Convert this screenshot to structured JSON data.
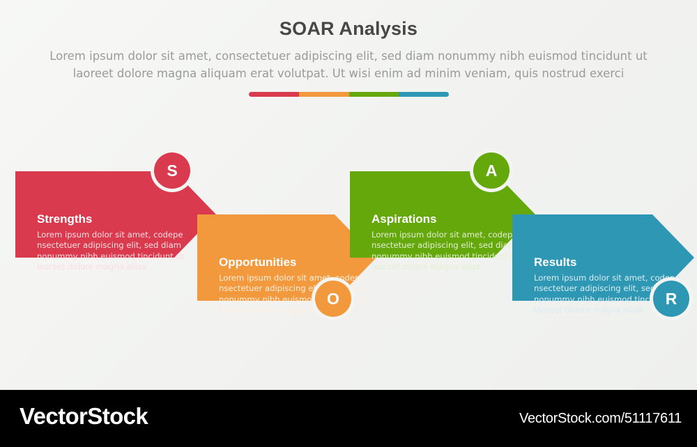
{
  "header": {
    "title": "SOAR Analysis",
    "subtitle_line1": "Lorem ipsum dolor sit amet, consectetuer adipiscing elit, sed diam nonummy nibh euismod tincidunt ut",
    "subtitle_line2": "laoreet dolore magna aliquam erat volutpat. Ut wisi enim ad minim veniam, quis nostrud exerci"
  },
  "divider": {
    "segments": [
      {
        "name": "segment-red",
        "color": "#d93a4e"
      },
      {
        "name": "segment-orange",
        "color": "#f2993e"
      },
      {
        "name": "segment-green",
        "color": "#64a80c"
      },
      {
        "name": "segment-blue",
        "color": "#2e98b4"
      }
    ]
  },
  "blocks": [
    {
      "key": "strengths",
      "letter": "S",
      "title": "Strengths",
      "color": "#d93a4e",
      "desc_line1": "Lorem ipsum dolor sit amet, codepe",
      "desc_line2": "nsectetuer adipiscing elit, sed diam",
      "desc_line3": "nonummy nibh euismod tincidunt ut",
      "desc_line4": "laoreet dolore magna aliqa"
    },
    {
      "key": "opportunities",
      "letter": "O",
      "title": "Opportunities",
      "color": "#f2993e",
      "desc_line1": "Lorem ipsum dolor sit amet, codepe",
      "desc_line2": "nsectetuer adipiscing elit, sed diam",
      "desc_line3": "nonummy nibh euismod tincidunt ut",
      "desc_line4": "laoreet dolore magna aliqa"
    },
    {
      "key": "aspirations",
      "letter": "A",
      "title": "Aspirations",
      "color": "#64a80c",
      "desc_line1": "Lorem ipsum dolor sit amet, codepe",
      "desc_line2": "nsectetuer adipiscing elit, sed diam",
      "desc_line3": "nonummy nibh euismod tincidunt ut",
      "desc_line4": "laoreet dolore magna aliqa"
    },
    {
      "key": "results",
      "letter": "R",
      "title": "Results",
      "color": "#2e98b4",
      "desc_line1": "Lorem ipsum dolor sit amet, codepe",
      "desc_line2": "nsectetuer adipiscing elit, sed diam",
      "desc_line3": "nonummy nibh euismod tincidunt ut",
      "desc_line4": "laoreet dolore magna aliqa"
    }
  ],
  "footer": {
    "brand": "VectorStock",
    "url": "VectorStock.com/51117611"
  }
}
